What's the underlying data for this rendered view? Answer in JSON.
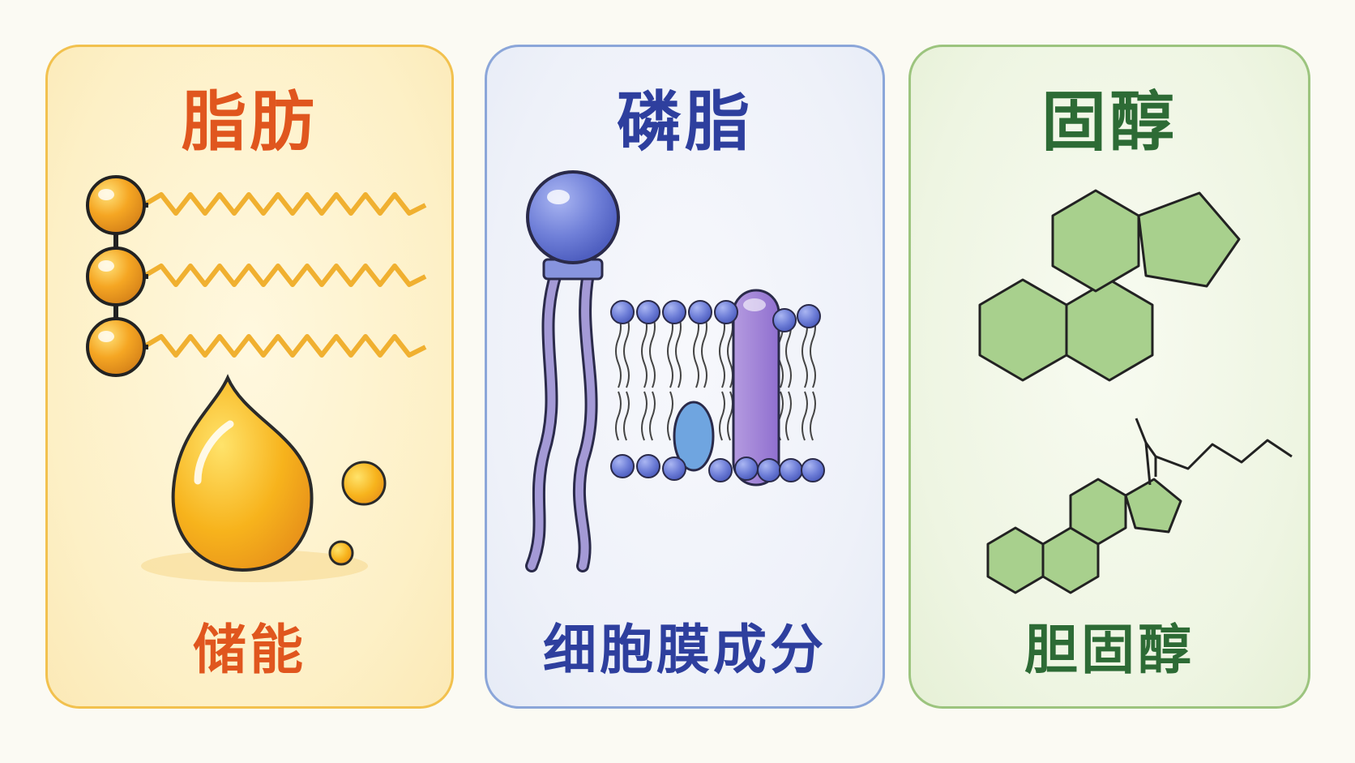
{
  "cards": [
    {
      "title": "脂肪",
      "caption": "储能",
      "color": "#e0561e",
      "accent": "#f5a623"
    },
    {
      "title": "磷脂",
      "caption": "细胞膜成分",
      "color": "#2e3f9e",
      "accent": "#6f7fd8"
    },
    {
      "title": "固醇",
      "caption": "胆固醇",
      "color": "#2d6b35",
      "accent": "#a8d08d"
    }
  ]
}
